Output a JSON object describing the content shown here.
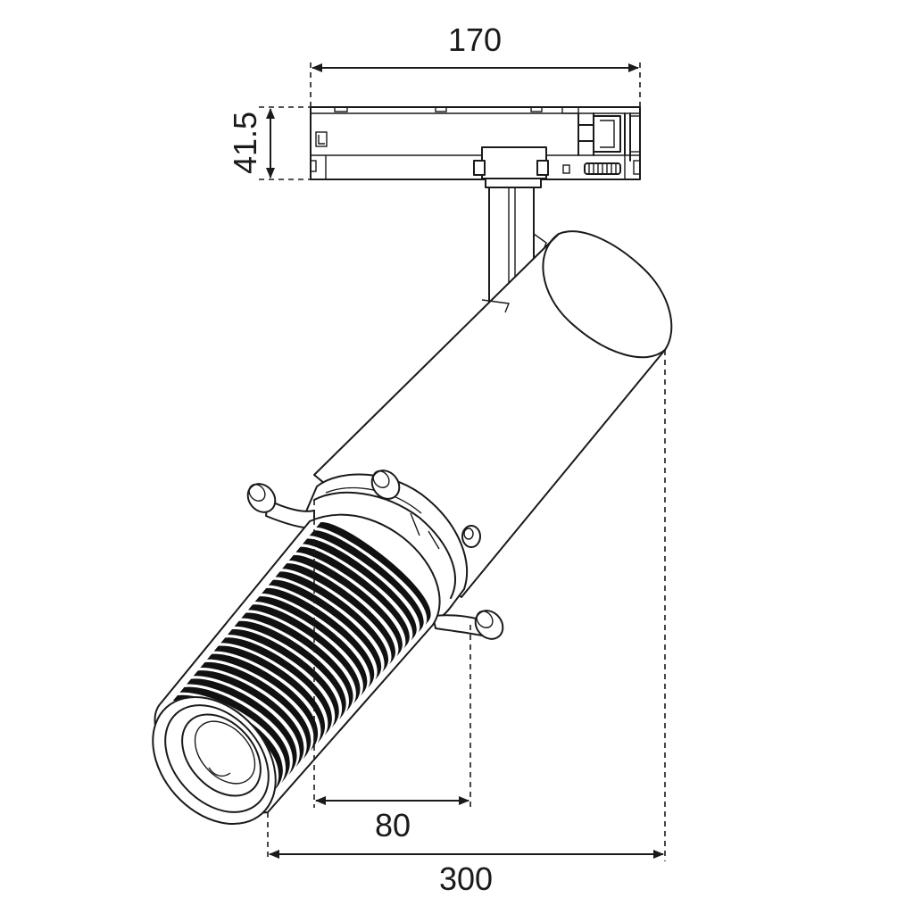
{
  "dimensions": {
    "width_top": "170",
    "height_left": "41.5",
    "lens_depth": "80",
    "total_depth": "300"
  },
  "colors": {
    "line": "#1a1a1a",
    "background": "#ffffff"
  }
}
